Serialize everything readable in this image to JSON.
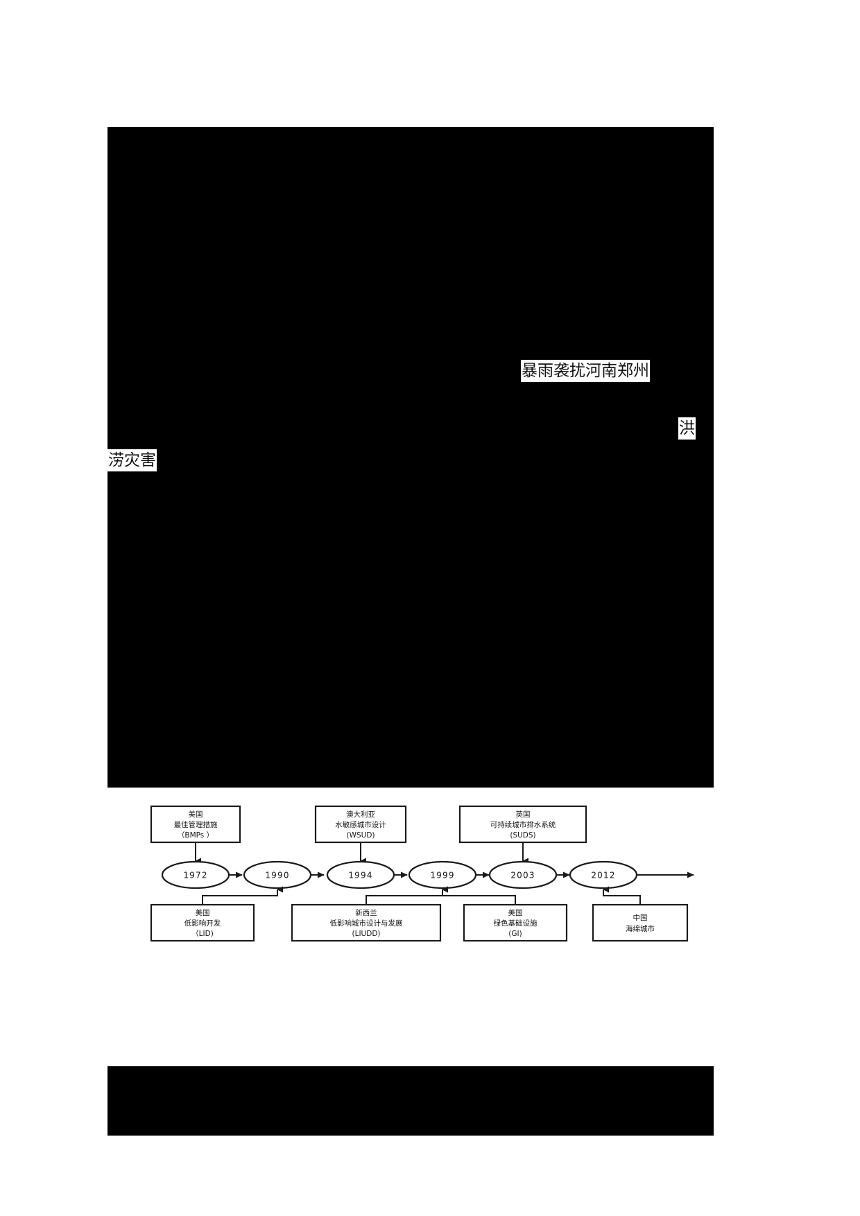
{
  "page": {
    "background_color": "#ffffff",
    "redacted_color": "#000000"
  },
  "fragments": [
    {
      "id": "zhengzhou",
      "text": "暴雨袭扰河南郑州"
    },
    {
      "id": "hong",
      "text": "洪"
    },
    {
      "id": "zaihai",
      "text": "涝灾害"
    }
  ],
  "fragment_text": {
    "zhengzhou": "暴雨袭扰河南郑州",
    "hong": "洪",
    "zaihai": "涝灾害"
  },
  "timeline": {
    "years": [
      "1972",
      "1990",
      "1994",
      "1999",
      "2003",
      "2012"
    ],
    "top_boxes": [
      {
        "country": "美国",
        "name": "最佳管理措施",
        "abbr": "（BMPs ）",
        "year": "1972"
      },
      {
        "country": "澳大利亚",
        "name": "水敏感城市设计",
        "abbr": "(WSUD)",
        "year": "1994"
      },
      {
        "country": "英国",
        "name": "可持续城市排水系统",
        "abbr": "(SUDS)",
        "year": "2003"
      }
    ],
    "bottom_boxes": [
      {
        "country": "美国",
        "name": "低影响开发",
        "abbr": "（LID)",
        "year": "1990"
      },
      {
        "country": "新西兰",
        "name": "低影响城市设计与发展",
        "abbr": "(LIUDD)",
        "year": "1999"
      },
      {
        "country": "美国",
        "name": "绿色基础设施",
        "abbr": "(GI)",
        "year": "1999"
      },
      {
        "country": "中国",
        "name": "海绵城市",
        "abbr": "",
        "year": "2012"
      }
    ],
    "axis_end_arrow": true
  }
}
